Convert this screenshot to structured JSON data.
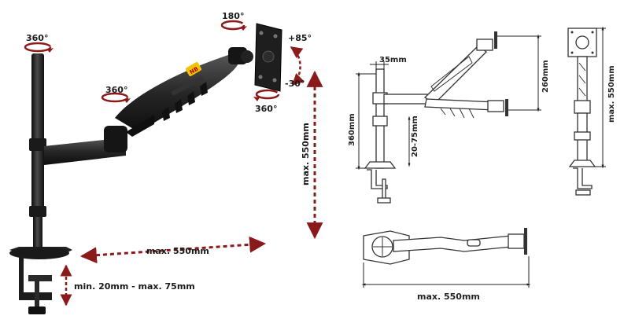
{
  "rotation_labels": {
    "pole_top": "360°",
    "arm_joint": "360°",
    "head_top": "180°",
    "head_bottom": "360°",
    "tilt_up": "+85°",
    "tilt_down": "-30°"
  },
  "dimensions": {
    "vertical_reach": "max. 550mm",
    "horizontal_reach": "max. 550mm",
    "clamp_range": "min. 20mm - max. 75mm",
    "pole_width": "35mm",
    "pole_height": "360mm",
    "desk_thickness": "20-75mm",
    "arm_height": "260mm",
    "side_height": "max. 550mm",
    "top_length": "max. 550mm"
  },
  "logo_text": "NB",
  "colors": {
    "arrow_red": "#8b1a1a",
    "metal_dark": "#1c1c1c",
    "badge_yellow": "#f2c200"
  }
}
